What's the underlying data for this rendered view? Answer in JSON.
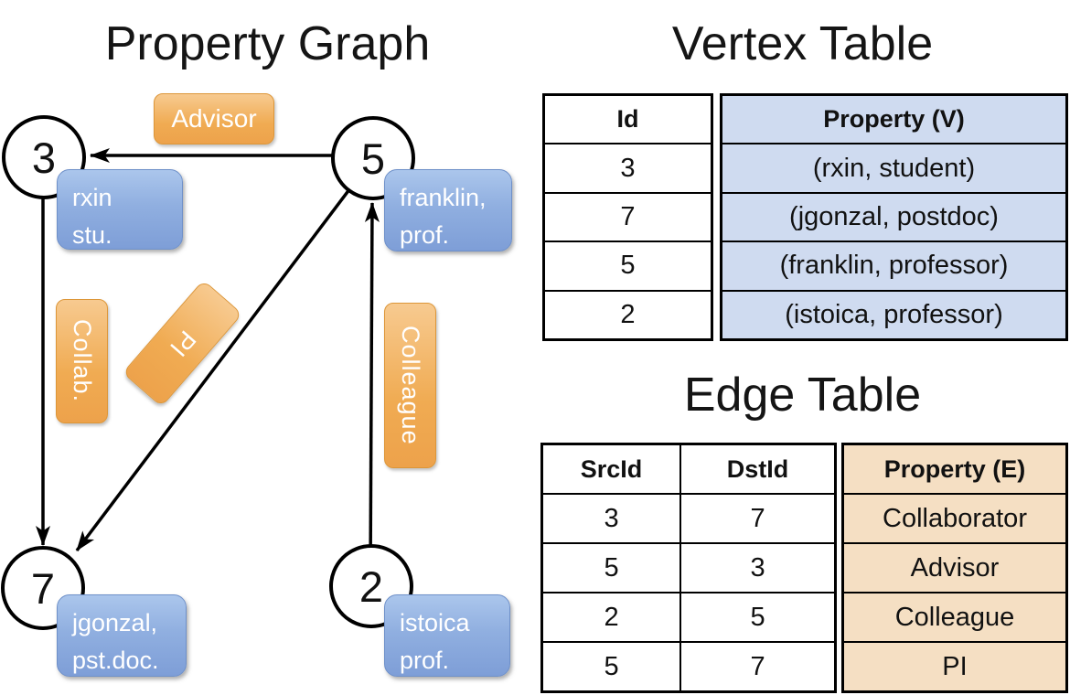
{
  "graph": {
    "title": "Property Graph",
    "nodes": [
      {
        "id": "3",
        "property_lines": [
          "rxin",
          "stu."
        ]
      },
      {
        "id": "5",
        "property_lines": [
          "franklin,",
          "prof."
        ]
      },
      {
        "id": "7",
        "property_lines": [
          "jgonzal,",
          "pst.doc."
        ]
      },
      {
        "id": "2",
        "property_lines": [
          "istoica",
          "prof."
        ]
      }
    ],
    "edges": [
      {
        "src": "5",
        "dst": "3",
        "label": "Advisor"
      },
      {
        "src": "3",
        "dst": "7",
        "label": "Collab."
      },
      {
        "src": "5",
        "dst": "7",
        "label": "PI"
      },
      {
        "src": "2",
        "dst": "5",
        "label": "Colleague"
      }
    ]
  },
  "vertex_table": {
    "title": "Vertex Table",
    "columns": [
      "Id",
      "Property (V)"
    ],
    "rows": [
      [
        "3",
        "(rxin, student)"
      ],
      [
        "7",
        "(jgonzal, postdoc)"
      ],
      [
        "5",
        "(franklin, professor)"
      ],
      [
        "2",
        "(istoica, professor)"
      ]
    ]
  },
  "edge_table": {
    "title": "Edge Table",
    "columns": [
      "SrcId",
      "DstId",
      "Property (E)"
    ],
    "rows": [
      [
        "3",
        "7",
        "Collaborator"
      ],
      [
        "5",
        "3",
        "Advisor"
      ],
      [
        "2",
        "5",
        "Colleague"
      ],
      [
        "5",
        "7",
        "PI"
      ]
    ]
  },
  "colors": {
    "edge_label_orange": "#efa851",
    "vertex_card_blue": "#8fadde",
    "vertex_table_fill": "#cfdbf0",
    "edge_table_fill": "#f5dfc3"
  }
}
